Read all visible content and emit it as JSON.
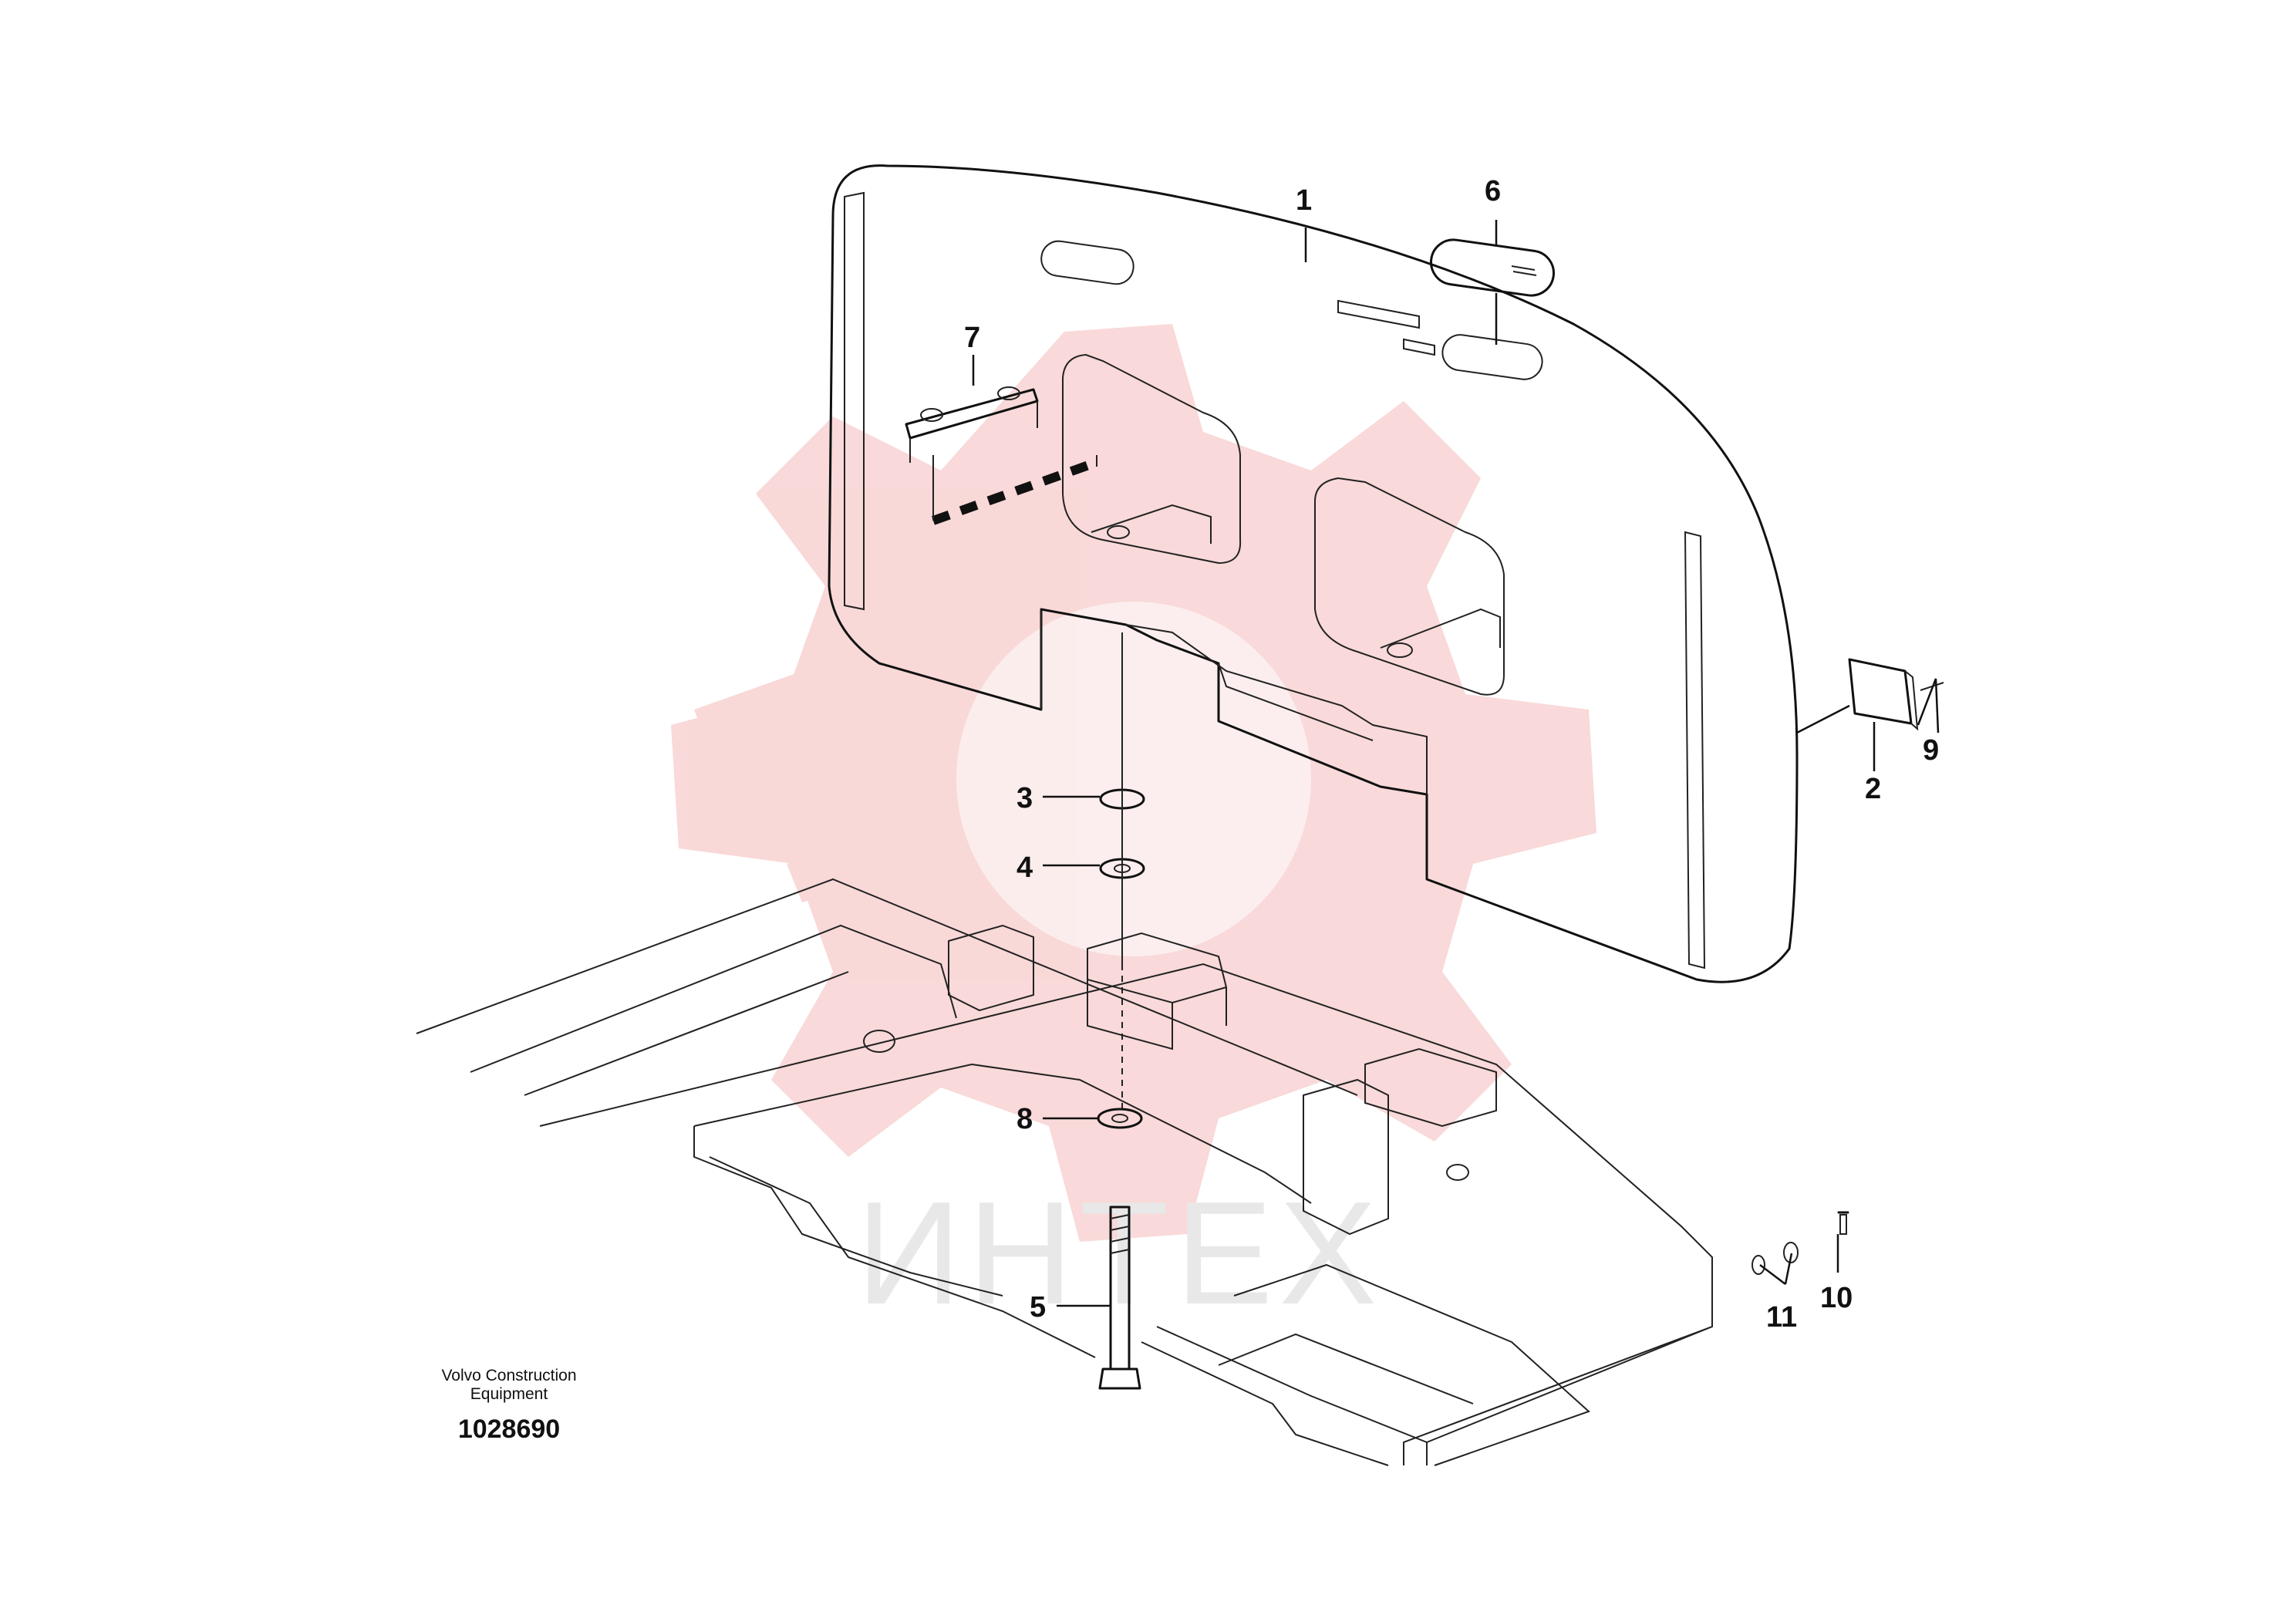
{
  "callouts": [
    "1",
    "2",
    "3",
    "4",
    "5",
    "6",
    "7",
    "8",
    "9",
    "10",
    "11"
  ],
  "publisher": {
    "line1": "Volvo Construction",
    "line2": "Equipment"
  },
  "figure_number": "1028690",
  "watermark": {
    "text": "ИНТЕХ",
    "color": "#f2aaaa"
  }
}
